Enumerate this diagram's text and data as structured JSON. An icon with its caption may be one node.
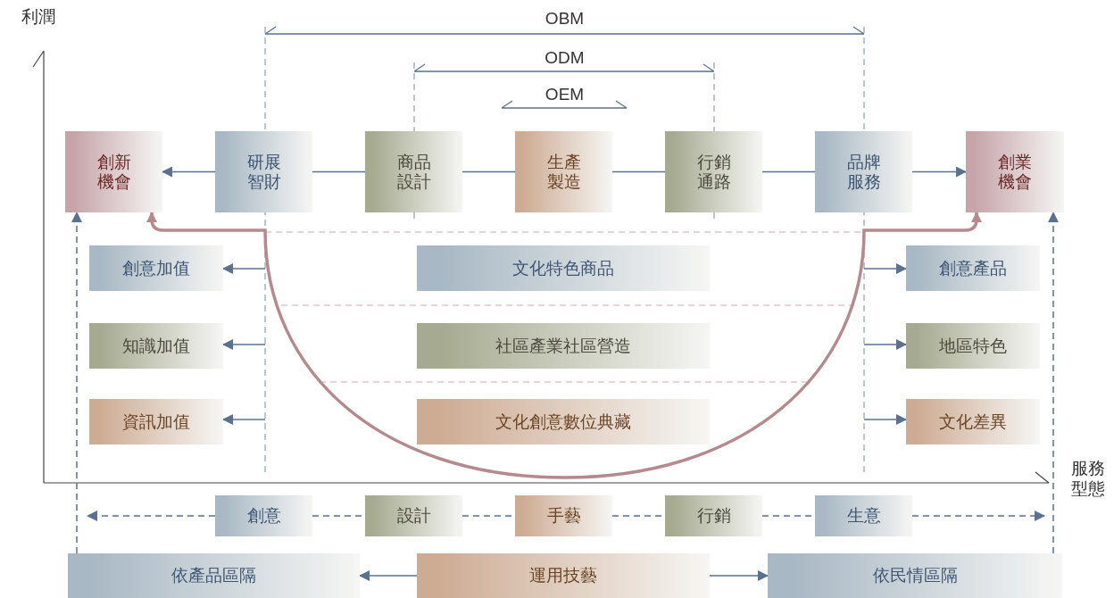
{
  "diagram": {
    "nodes": [
      {
        "text": [
          "創新機會"
        ]
      },
      {
        "text": [
          "研展智財"
        ]
      },
      {
        "text": [
          "商品設計"
        ]
      },
      {
        "text": [
          "生產製造"
        ]
      },
      {
        "text": [
          "行銷通路"
        ]
      },
      {
        "text": [
          "品牌服務"
        ]
      },
      {
        "text": [
          "創業機會"
        ]
      },
      {
        "text": [
          "創意加值"
        ]
      },
      {
        "text": [
          "文化特色商品"
        ]
      },
      {
        "text": [
          "創意產品"
        ]
      },
      {
        "text": [
          "知識加值"
        ]
      },
      {
        "text": [
          "社區產業社區營造"
        ]
      },
      {
        "text": [
          "地區特色"
        ]
      },
      {
        "text": [
          "資訊加值"
        ]
      },
      {
        "text": [
          "文化創意數位典藏"
        ]
      },
      {
        "text": [
          "文化差異"
        ]
      },
      {
        "text": [
          "創意"
        ]
      },
      {
        "text": [
          "設計"
        ]
      },
      {
        "text": [
          "手藝"
        ]
      },
      {
        "text": [
          "行銷"
        ]
      },
      {
        "text": [
          "生意"
        ]
      },
      {
        "text": [
          "依產品區隔"
        ]
      },
      {
        "text": [
          "運用技藝"
        ]
      },
      {
        "text": [
          "依民情區隔"
        ]
      }
    ],
    "edges": [
      {
        "from": 1,
        "to": 0,
        "arrow": "to"
      },
      {
        "from": 1,
        "to": 2,
        "arrow": "none"
      },
      {
        "from": 2,
        "to": 3,
        "arrow": "none"
      },
      {
        "from": 3,
        "to": 4,
        "arrow": "none"
      },
      {
        "from": 4,
        "to": 5,
        "arrow": "none"
      },
      {
        "from": 5,
        "to": 6,
        "arrow": "to"
      },
      {
        "from": null,
        "to": 7,
        "arrow": "to"
      },
      {
        "from": null,
        "to": 10,
        "arrow": "to"
      },
      {
        "from": null,
        "to": 13,
        "arrow": "to"
      },
      {
        "from": null,
        "to": 9,
        "arrow": "to"
      },
      {
        "from": null,
        "to": 12,
        "arrow": "to"
      },
      {
        "from": null,
        "to": 15,
        "arrow": "to"
      },
      {
        "from": 0,
        "to": 6,
        "arrow": "both",
        "style": "thick",
        "color": "#b48a8e"
      },
      {
        "from": 21,
        "to": 0,
        "arrow": "to",
        "style": "dashed"
      },
      {
        "from": 23,
        "to": 6,
        "arrow": "to",
        "style": "dashed"
      },
      {
        "from": 16,
        "to": null,
        "arrow": "to",
        "style": "dashed"
      },
      {
        "from": 16,
        "to": 17,
        "arrow": "none",
        "style": "dashed"
      },
      {
        "from": 17,
        "to": 18,
        "arrow": "none",
        "style": "dashed"
      },
      {
        "from": 18,
        "to": 19,
        "arrow": "none",
        "style": "dashed"
      },
      {
        "from": 19,
        "to": 20,
        "arrow": "none",
        "style": "dashed"
      },
      {
        "from": 20,
        "to": null,
        "arrow": "to",
        "style": "dashed"
      },
      {
        "from": 22,
        "to": 21,
        "arrow": "to"
      },
      {
        "from": 22,
        "to": 23,
        "arrow": "to"
      }
    ],
    "labels": [
      "利潤",
      "OBM",
      "ODM",
      "OEM",
      "服務型態"
    ]
  }
}
